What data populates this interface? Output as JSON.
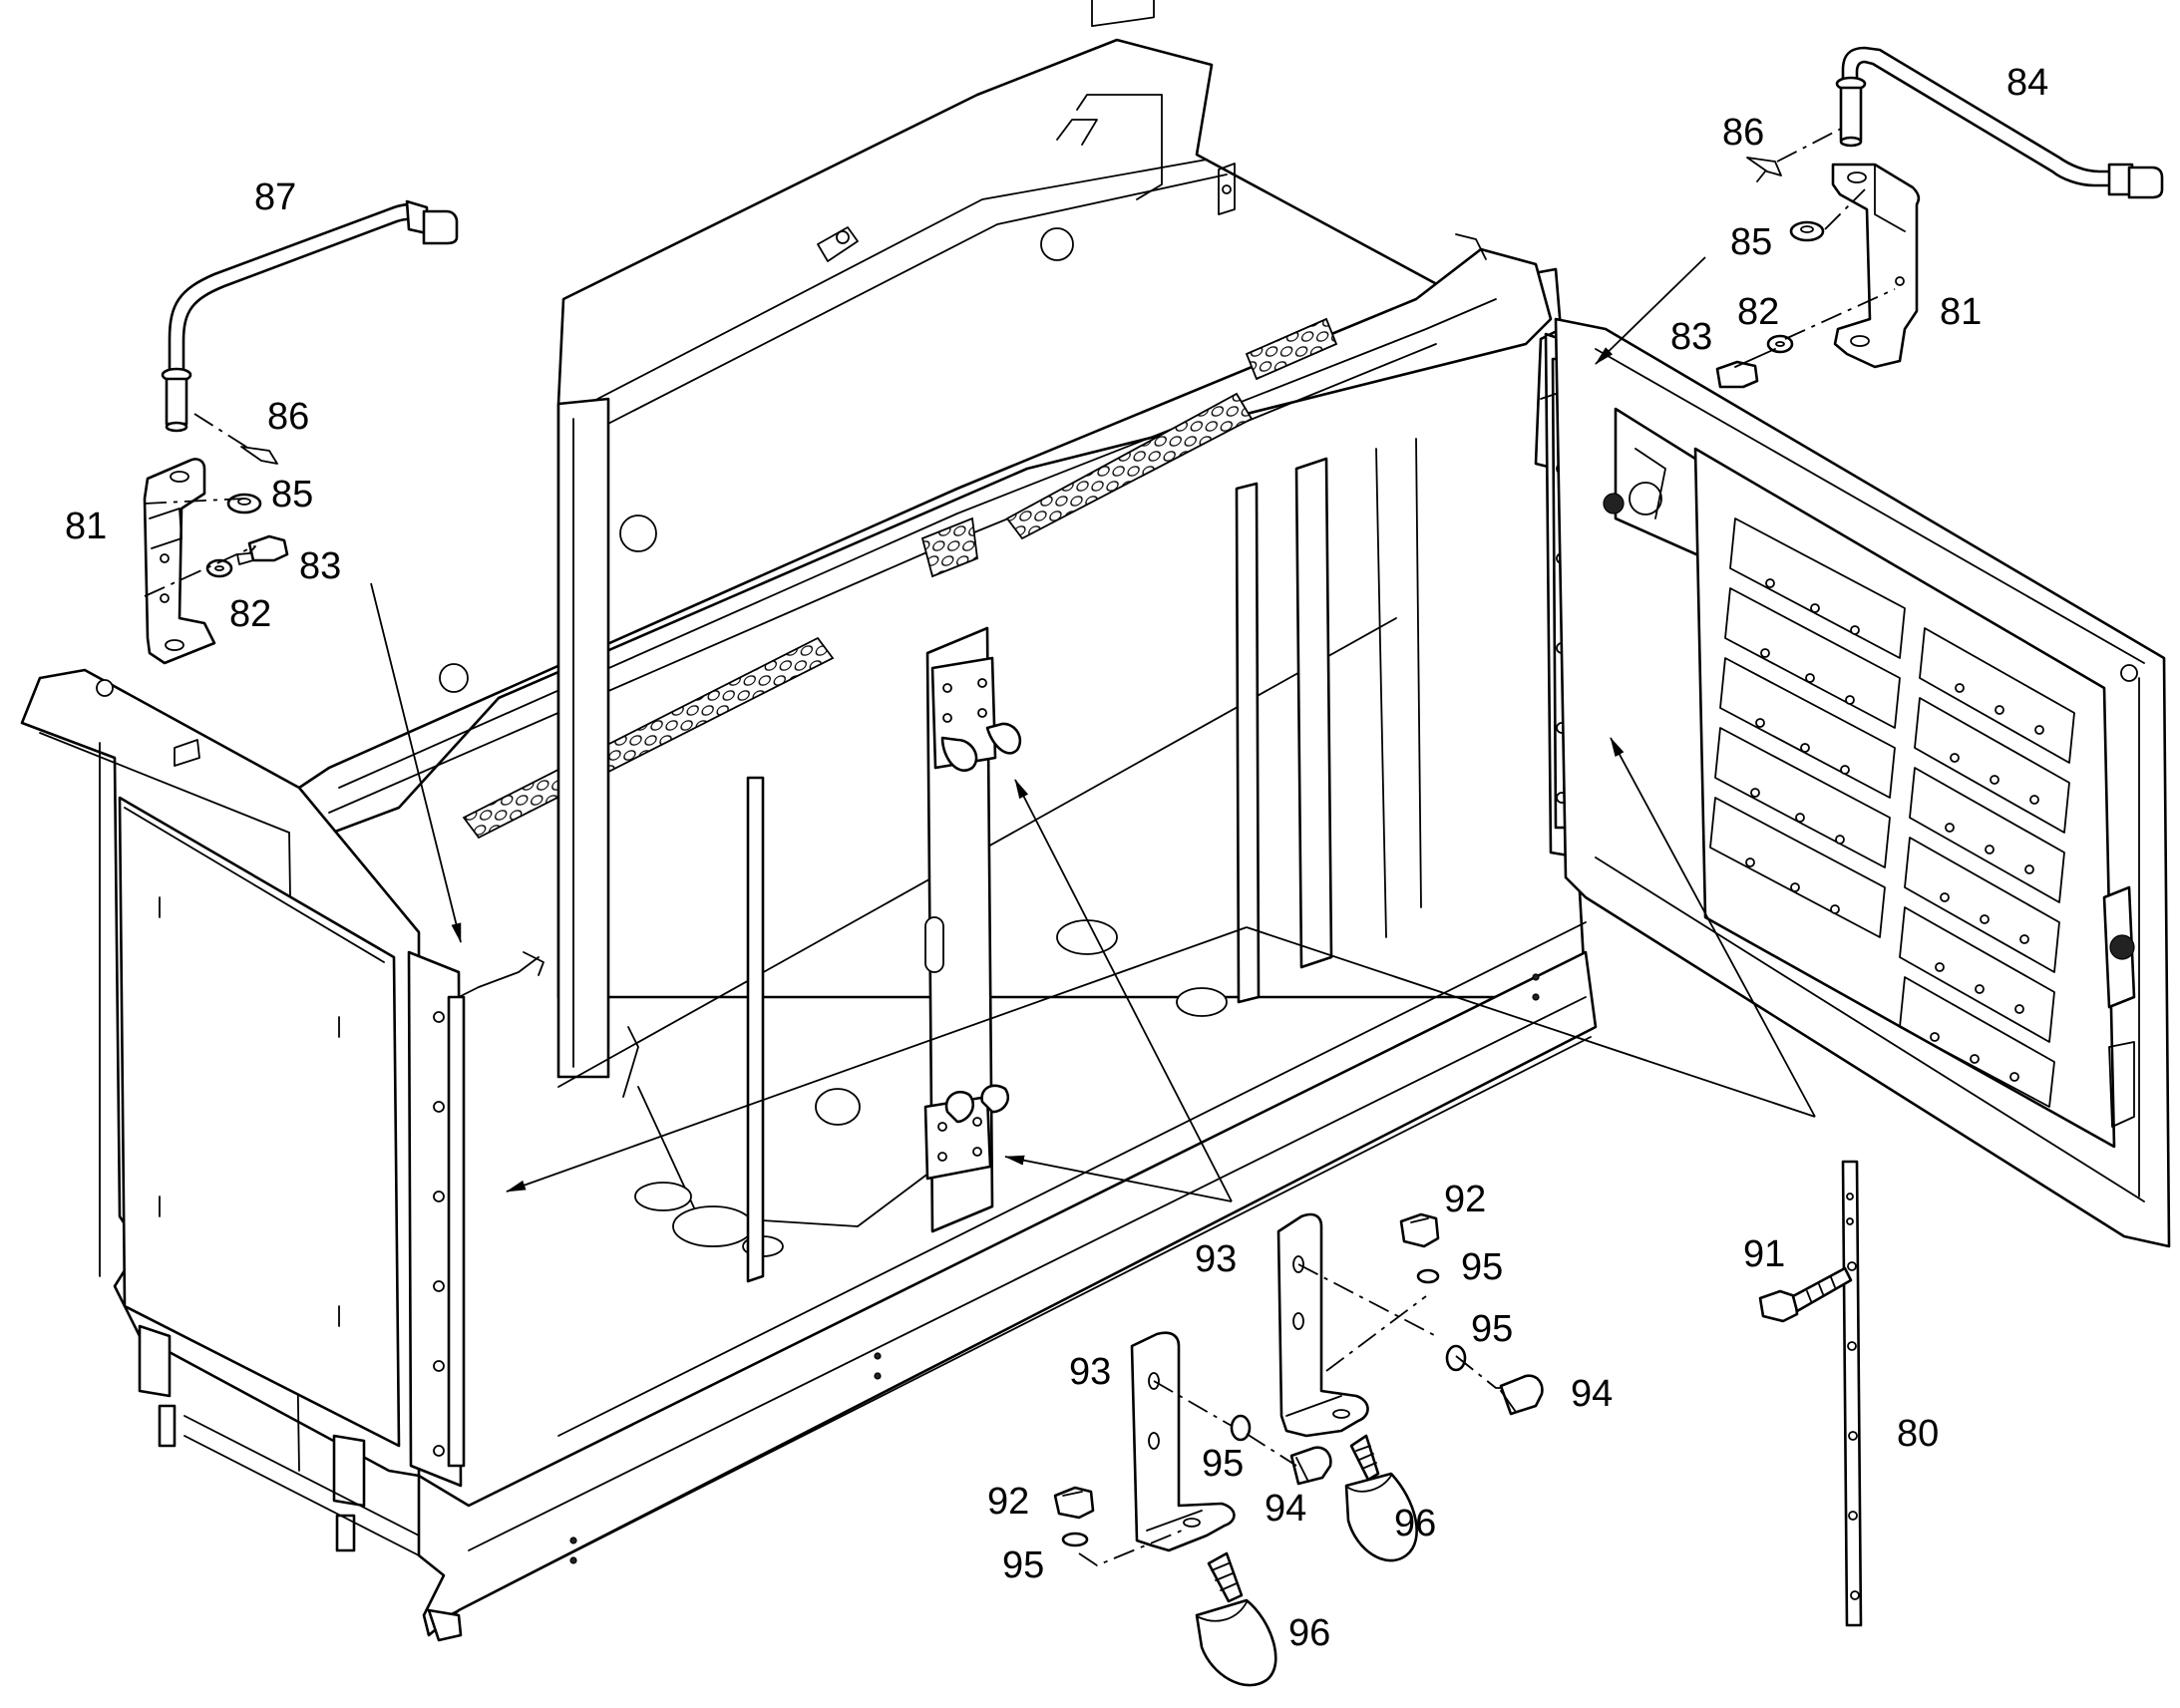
{
  "figure": {
    "callouts": [
      {
        "id": "c87a",
        "text": "87"
      },
      {
        "id": "c86a",
        "text": "86"
      },
      {
        "id": "c85a",
        "text": "85"
      },
      {
        "id": "c81a",
        "text": "81"
      },
      {
        "id": "c83a",
        "text": "83"
      },
      {
        "id": "c82a",
        "text": "82"
      },
      {
        "id": "c84",
        "text": "84"
      },
      {
        "id": "c86b",
        "text": "86"
      },
      {
        "id": "c85b",
        "text": "85"
      },
      {
        "id": "c82b",
        "text": "82"
      },
      {
        "id": "c83b",
        "text": "83"
      },
      {
        "id": "c81b",
        "text": "81"
      },
      {
        "id": "c92a",
        "text": "92"
      },
      {
        "id": "c93a",
        "text": "93"
      },
      {
        "id": "c95a",
        "text": "95"
      },
      {
        "id": "c95b",
        "text": "95"
      },
      {
        "id": "c94a",
        "text": "94"
      },
      {
        "id": "c93b",
        "text": "93"
      },
      {
        "id": "c91",
        "text": "91"
      },
      {
        "id": "c80",
        "text": "80"
      },
      {
        "id": "c95c",
        "text": "95"
      },
      {
        "id": "c94b",
        "text": "94"
      },
      {
        "id": "c96a",
        "text": "96"
      },
      {
        "id": "c92b",
        "text": "92"
      },
      {
        "id": "c95d",
        "text": "95"
      },
      {
        "id": "c96b",
        "text": "96"
      }
    ]
  }
}
